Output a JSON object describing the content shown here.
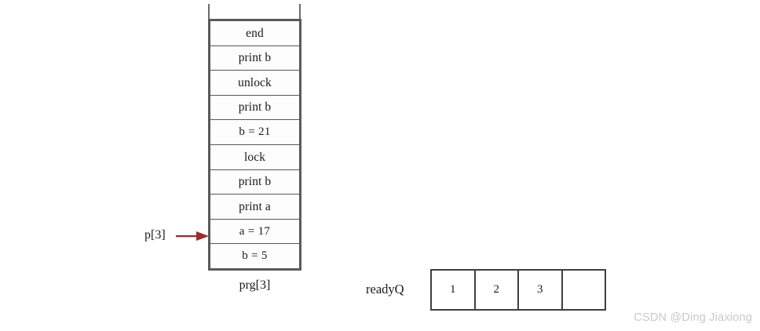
{
  "diagram": {
    "colors": {
      "background": "#ffffff",
      "stroke": "#575757",
      "frame": "#5a5a5a",
      "pointer_arrow": "#9e2a2a",
      "text": "#1a1a1a",
      "watermark": "#c9c9c9"
    },
    "program_stack": {
      "caption": "prg[3]",
      "rows": [
        {
          "text": "end",
          "kind": "instruction"
        },
        {
          "text": "print b",
          "kind": "instruction"
        },
        {
          "text": "unlock",
          "kind": "instruction"
        },
        {
          "text": "print b",
          "kind": "instruction"
        },
        {
          "text": "b = 21",
          "kind": "value"
        },
        {
          "text": "lock",
          "kind": "instruction"
        },
        {
          "text": "print b",
          "kind": "instruction"
        },
        {
          "text": "print a",
          "kind": "instruction"
        },
        {
          "text": "a = 17",
          "kind": "value"
        },
        {
          "text": "b = 5",
          "kind": "value"
        }
      ]
    },
    "pointer": {
      "label": "p[3]",
      "points_to_row_index": 8,
      "points_to_row_text": "a = 17"
    },
    "ready_queue": {
      "label": "readyQ",
      "cells": [
        "1",
        "2",
        "3",
        ""
      ]
    },
    "watermark": "CSDN @Ding Jiaxiong"
  }
}
